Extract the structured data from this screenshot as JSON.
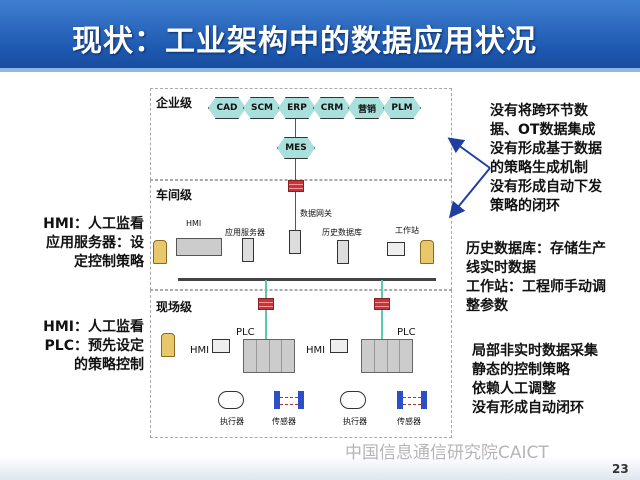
{
  "title": "现状：工业架构中的数据应用状况",
  "levels": {
    "enterprise": "企业级",
    "workshop": "车间级",
    "field": "现场级"
  },
  "enterprise_systems": [
    "CAD",
    "SCM",
    "ERP",
    "CRM",
    "营销",
    "PLM"
  ],
  "mes": "MES",
  "workshop_labels": {
    "hmi": "HMI",
    "app_server": "应用服务器",
    "gateway": "数据网关",
    "historian": "历史数据库",
    "workstation": "工作站"
  },
  "field_labels": {
    "plc": "PLC",
    "hmi": "HMI",
    "actuator": "执行器",
    "sensor": "传感器"
  },
  "left_notes": [
    [
      "HMI：人工监看",
      "应用服务器：设",
      "定控制策略"
    ],
    [
      "HMI：人工监看",
      "PLC：预先设定",
      "的策略控制"
    ]
  ],
  "right_notes": [
    [
      "没有将跨环节数",
      "据、OT数据集成",
      "没有形成基于数据",
      "的策略生成机制",
      "没有形成自动下发",
      "策略的闭环"
    ],
    [
      "历史数据库：存储生产",
      "线实时数据",
      "工作站：工程师手动调",
      "整参数"
    ],
    [
      "局部非实时数据采集",
      "静态的控制策略",
      "依赖人工调整",
      "没有形成自动闭环"
    ]
  ],
  "watermark": "中国信息通信研究院CAICT",
  "page_number": "23",
  "colors": {
    "title_bar": "#1d58b0",
    "hex": "#a9e0dc",
    "arrow": "#1f3fa0"
  }
}
